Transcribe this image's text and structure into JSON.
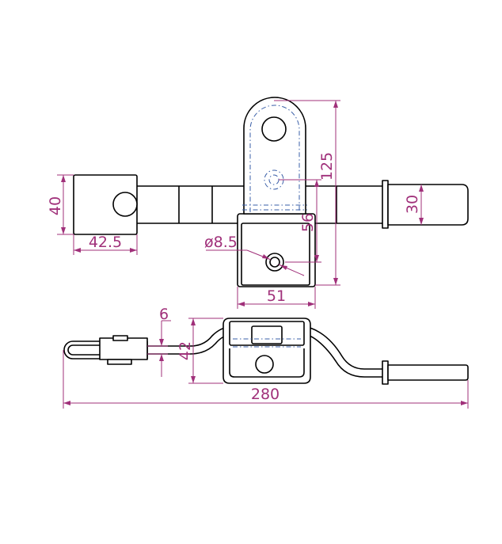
{
  "colors": {
    "outline": "#000000",
    "dimension": "#a0307a",
    "hidden": "#3a5fa8"
  },
  "dimensions": {
    "d40": "40",
    "d42_5": "42.5",
    "d125": "125",
    "d30": "30",
    "d56": "56",
    "d8_5": "ø8.5",
    "d51": "51",
    "d6": "6",
    "d42": "42",
    "d280": "280"
  }
}
